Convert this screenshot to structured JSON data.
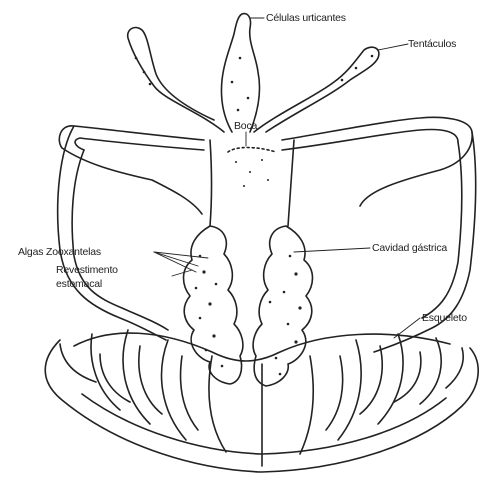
{
  "labels": {
    "celulas_urticantes": "Células urticantes",
    "tentaculos": "Tentáculos",
    "boca": "Boca",
    "algas": "Algas Zooxantelas",
    "revestimento_line1": "Revestimento",
    "revestimento_line2": "estomacal",
    "cavidad": "Cavidad gástrica",
    "esqueleto": "Esqueleto"
  },
  "colors": {
    "ink": "#222222",
    "paper": "#ffffff"
  }
}
